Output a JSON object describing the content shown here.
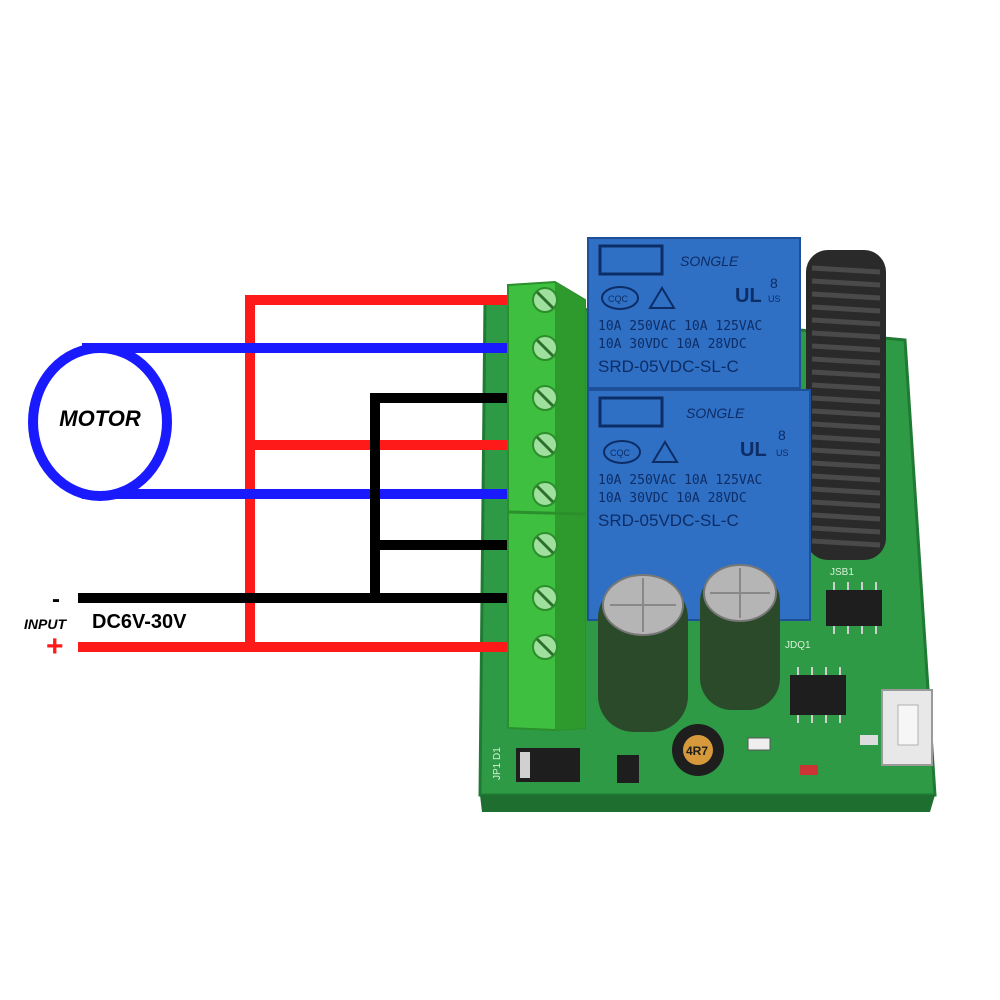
{
  "labels": {
    "motor": "MOTOR",
    "input": "INPUT",
    "voltage": "DC6V-30V",
    "minus": "-",
    "plus": "+"
  },
  "relay_top": {
    "brand": "SONGLE",
    "rating_line1": "10A 250VAC  10A 125VAC",
    "rating_line2": "10A  30VDC  10A  28VDC",
    "model": "SRD-05VDC-SL-C",
    "cert_cqc": "CQC",
    "cert_ul": "UL",
    "cert_num": "8",
    "cert_us": "US"
  },
  "relay_bottom": {
    "brand": "SONGLE",
    "rating_line1": "10A 250VAC  10A 125VAC",
    "rating_line2": "10A  30VDC  10A  28VDC",
    "model": "SRD-05VDC-SL-C",
    "cert_cqc": "CQC",
    "cert_ul": "UL",
    "cert_num": "8",
    "cert_us": "US"
  },
  "inductor_code": "4R7",
  "colors": {
    "positive_wire": "#ff1a1a",
    "motor_wire": "#1a1aff",
    "negative_wire": "#000000",
    "terminal_block": "#3fbf3f",
    "pcb": "#2e9a45",
    "relay": "#2f6fc4"
  }
}
